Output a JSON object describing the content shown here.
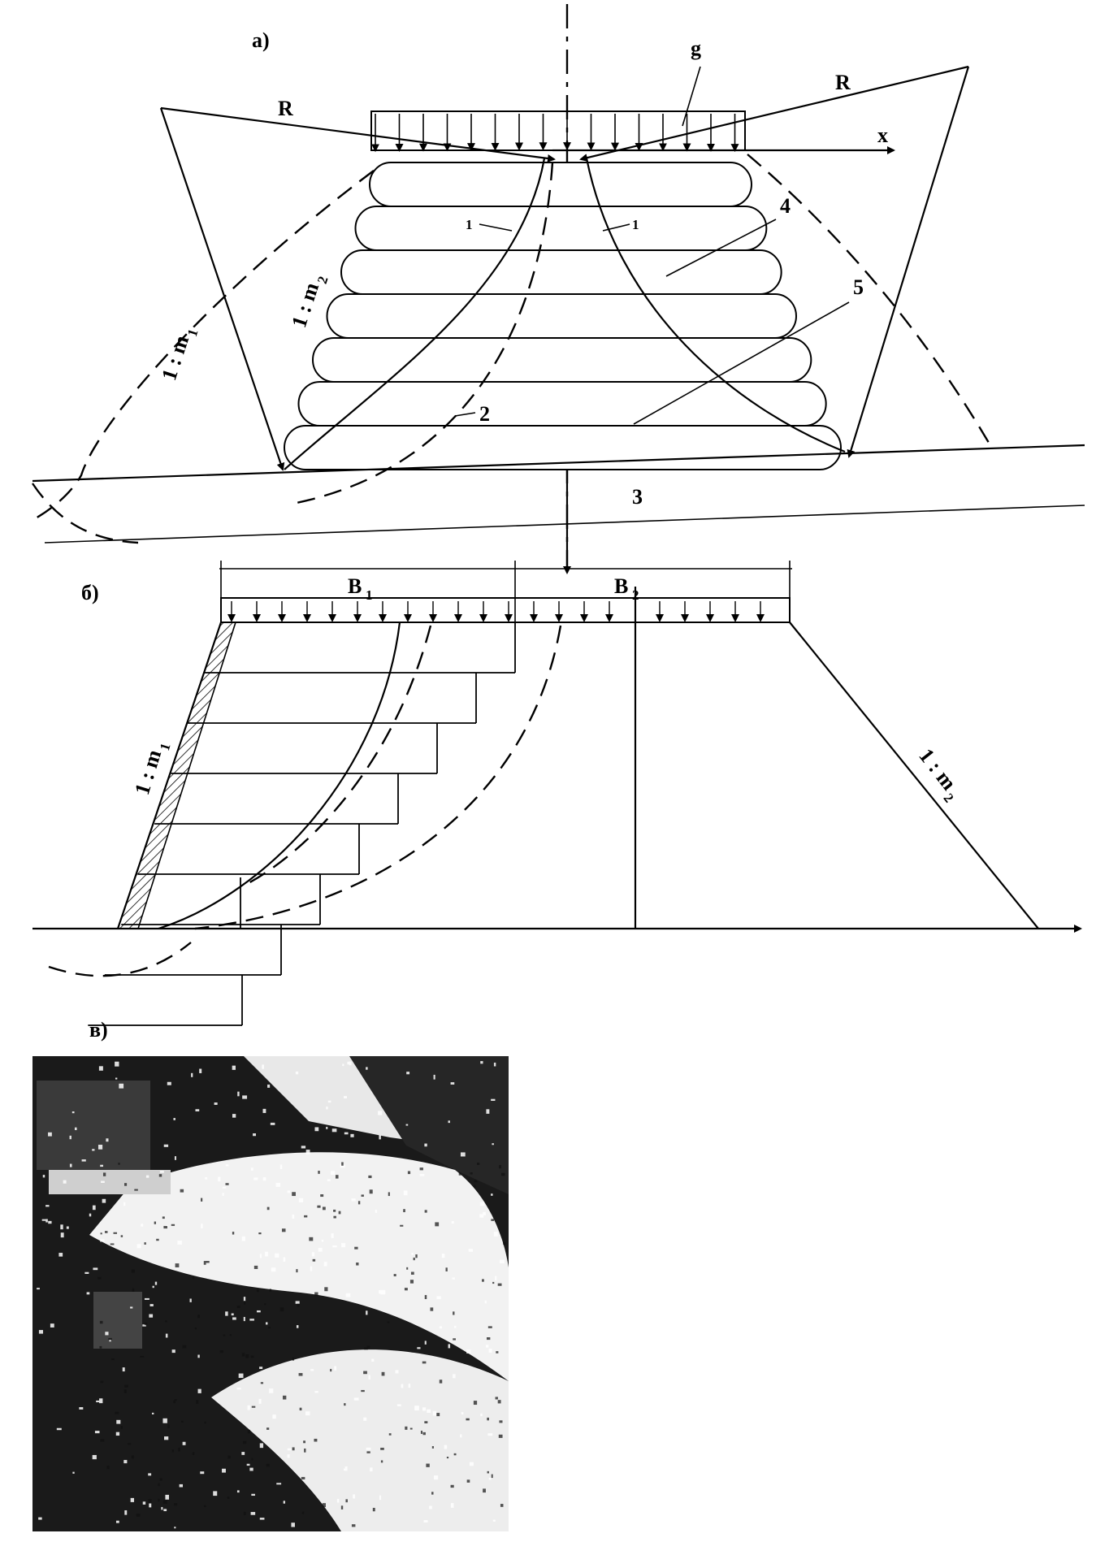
{
  "panels": {
    "a": {
      "label": "а)"
    },
    "b": {
      "label": "б)"
    },
    "c": {
      "label": "в)"
    }
  },
  "labels": {
    "load_g": "g",
    "resultant_left": "R",
    "resultant_right": "R",
    "axis_x": "x",
    "slope_m1_a": "1 : m",
    "slope_m1_a_sub": "1",
    "slope_m2_a": "1 : m",
    "slope_m2_a_sub": "2",
    "slope_m1_b": "1 : m",
    "slope_m1_b_sub": "1",
    "slope_m2_b": "1 : m",
    "slope_m2_b_sub": "2",
    "num_1_left": "1",
    "num_1_right": "1",
    "num_2": "2",
    "num_3": "3",
    "num_4": "4",
    "num_5": "5",
    "width_B1": "B",
    "width_B1_sub": "1",
    "width_B2": "B",
    "width_B2_sub": "2"
  },
  "colors": {
    "ink": "#000000",
    "paper": "#ffffff"
  }
}
